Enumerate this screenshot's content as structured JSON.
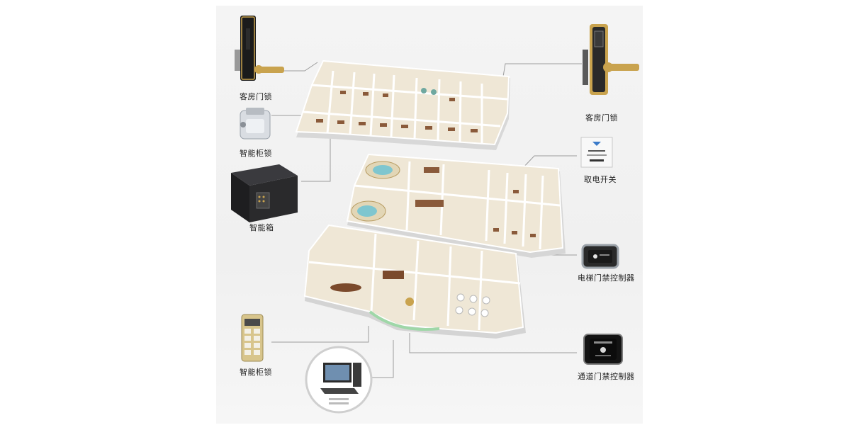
{
  "labels": {
    "room_lock_left": "客房门锁",
    "cabinet_lock_top": "智能柜锁",
    "safe_box": "智能箱",
    "cabinet_lock_bottom": "智能柜锁",
    "room_lock_right": "客房门锁",
    "power_switch": "取电开关",
    "elevator_controller": "电梯门禁控制器",
    "passage_controller": "通道门禁控制器"
  },
  "colors": {
    "floor": "#efe8d9",
    "wall": "#ffffff",
    "wall_shadow": "#cfcfcf",
    "connector": "#9a9a9a",
    "lock_gold": "#c9a34e",
    "lock_dark": "#1b1b1b",
    "safe": "#2a2a2c"
  }
}
